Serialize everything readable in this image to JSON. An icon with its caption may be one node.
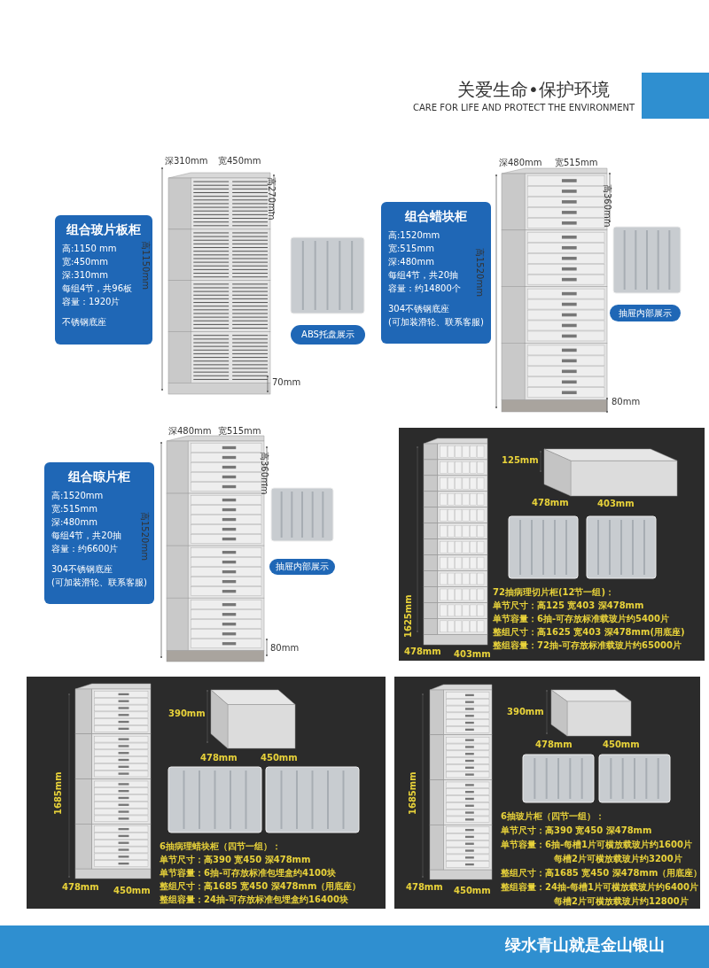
{
  "diagram": {
    "nodes": [
      {
        "text": [
          "组合玻片板柜",
          "高:1150 mm",
          "宽:450mm",
          "深:310mm",
          "每组4节，共96板",
          "容量：1920片",
          "不锈钢底座"
        ]
      },
      {
        "text": [
          "ABS托盘展示"
        ]
      },
      {
        "text": [
          "组合蜡块柜",
          "高:1520mm",
          "宽:515mm",
          "深:480mm",
          "每组4节，共20抽",
          "容量：约14800个",
          "304不锈钢底座",
          "(可加装滑轮、联系客服)"
        ]
      },
      {
        "text": [
          "抽屉内部展示"
        ]
      },
      {
        "text": [
          "组合晾片柜",
          "高:1520mm",
          "宽:515mm",
          "深:480mm",
          "每组4节，共20抽",
          "容量：约6600片",
          "304不锈钢底座",
          "(可加装滑轮、联系客服)"
        ]
      },
      {
        "text": [
          "抽屉内部展示"
        ]
      },
      {
        "text": [
          "72抽病理切片柜(12节一组)：",
          "单节尺寸：高125 宽403 深478mm",
          "单节容量：6抽-可存放标准载玻片约5400片",
          "整组尺寸：高1625 宽403 深478mm(用底座)",
          "整组容量：72抽-可存放标准载玻片约65000片"
        ]
      },
      {
        "text": [
          "6抽病理蜡块柜（四节一组）：",
          "单节尺寸：高390 宽450 深478mm",
          "单节容量：6抽-可存放标准包埋盒约4100块",
          "整组尺寸：高1685 宽450 深478mm（用底座）",
          "整组容量：24抽-可存放标准包埋盒约16400块"
        ]
      },
      {
        "text": [
          "6抽玻片柜（四节一组）：",
          "单节尺寸：高390 宽450 深478mm",
          "单节容量：6抽-每槽1片可横放载玻片约1600片",
          "每槽2片可横放载玻片约3200片",
          "整组尺寸：高1685 宽450 深478mm（用底座）",
          "整组容量：24抽-每槽1片可横放载玻片约6400片",
          "每槽2片可横放载玻片约12800片"
        ]
      }
    ],
    "labels": [
      "关爱生命•保护环境",
      "CARE FOR LIFE AND PROTECT THE ENVIRONMENT",
      "深310mm",
      "宽450mm",
      "高270mm",
      "高1150mm",
      "70mm",
      "深480mm",
      "宽515mm",
      "高360mm",
      "高1520mm",
      "80mm",
      "深480mm",
      "宽515mm",
      "高360mm",
      "高1520mm",
      "80mm",
      "1625mm",
      "478mm",
      "403mm",
      "125mm",
      "478mm",
      "403mm",
      "1685mm",
      "478mm",
      "450mm",
      "390mm",
      "478mm",
      "450mm",
      "1685mm",
      "478mm",
      "450mm",
      "390mm",
      "478mm",
      "450mm",
      "绿水青山就是金山银山"
    ]
  }
}
